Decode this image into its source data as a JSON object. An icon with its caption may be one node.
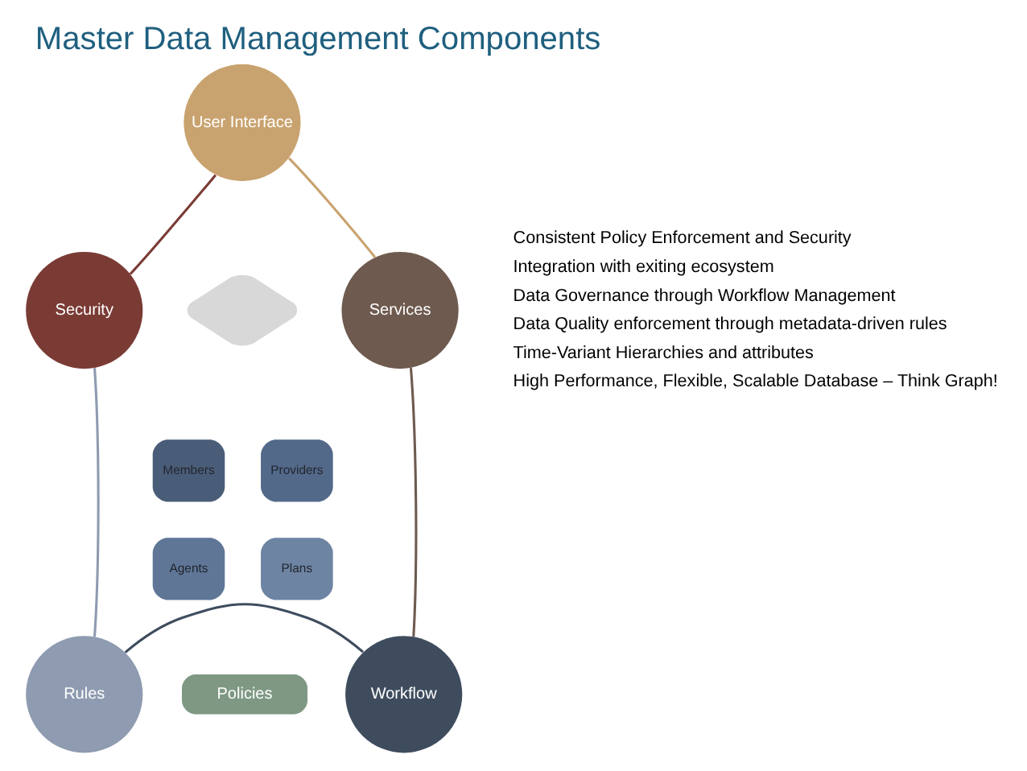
{
  "diagram": {
    "title": "Master Data Management Components",
    "nodes": [
      {
        "text": [
          "User Interface"
        ]
      },
      {
        "text": [
          "Services"
        ]
      },
      {
        "text": [
          "Workflow"
        ]
      },
      {
        "text": [
          "Rules"
        ]
      },
      {
        "text": [
          "Security"
        ]
      },
      {
        "text": [],
        "shape": "diamond"
      },
      {
        "text": [
          "Members"
        ]
      },
      {
        "text": [
          "Providers"
        ]
      },
      {
        "text": [
          "Agents"
        ]
      },
      {
        "text": [
          "Plans"
        ]
      },
      {
        "text": [
          "Policies"
        ]
      }
    ],
    "edges": [
      {
        "from": 0,
        "to": 1,
        "arrow": "none",
        "color": "#c9a36f"
      },
      {
        "from": 1,
        "to": 2,
        "arrow": "none",
        "color": "#6e5a4f"
      },
      {
        "from": 2,
        "to": 3,
        "arrow": "none",
        "color": "#3e4c5e"
      },
      {
        "from": 3,
        "to": 4,
        "arrow": "none",
        "color": "#8e9bb0"
      },
      {
        "from": 4,
        "to": 0,
        "arrow": "none",
        "color": "#7b3b35"
      }
    ],
    "labels": [
      "Consistent Policy Enforcement and Security",
      "Integration with exiting ecosystem",
      "Data Governance through Workflow Management",
      "Data Quality enforcement through metadata-driven rules",
      "Time-Variant Hierarchies and attributes",
      "High Performance, Flexible, Scalable Database – Think Graph!"
    ]
  }
}
